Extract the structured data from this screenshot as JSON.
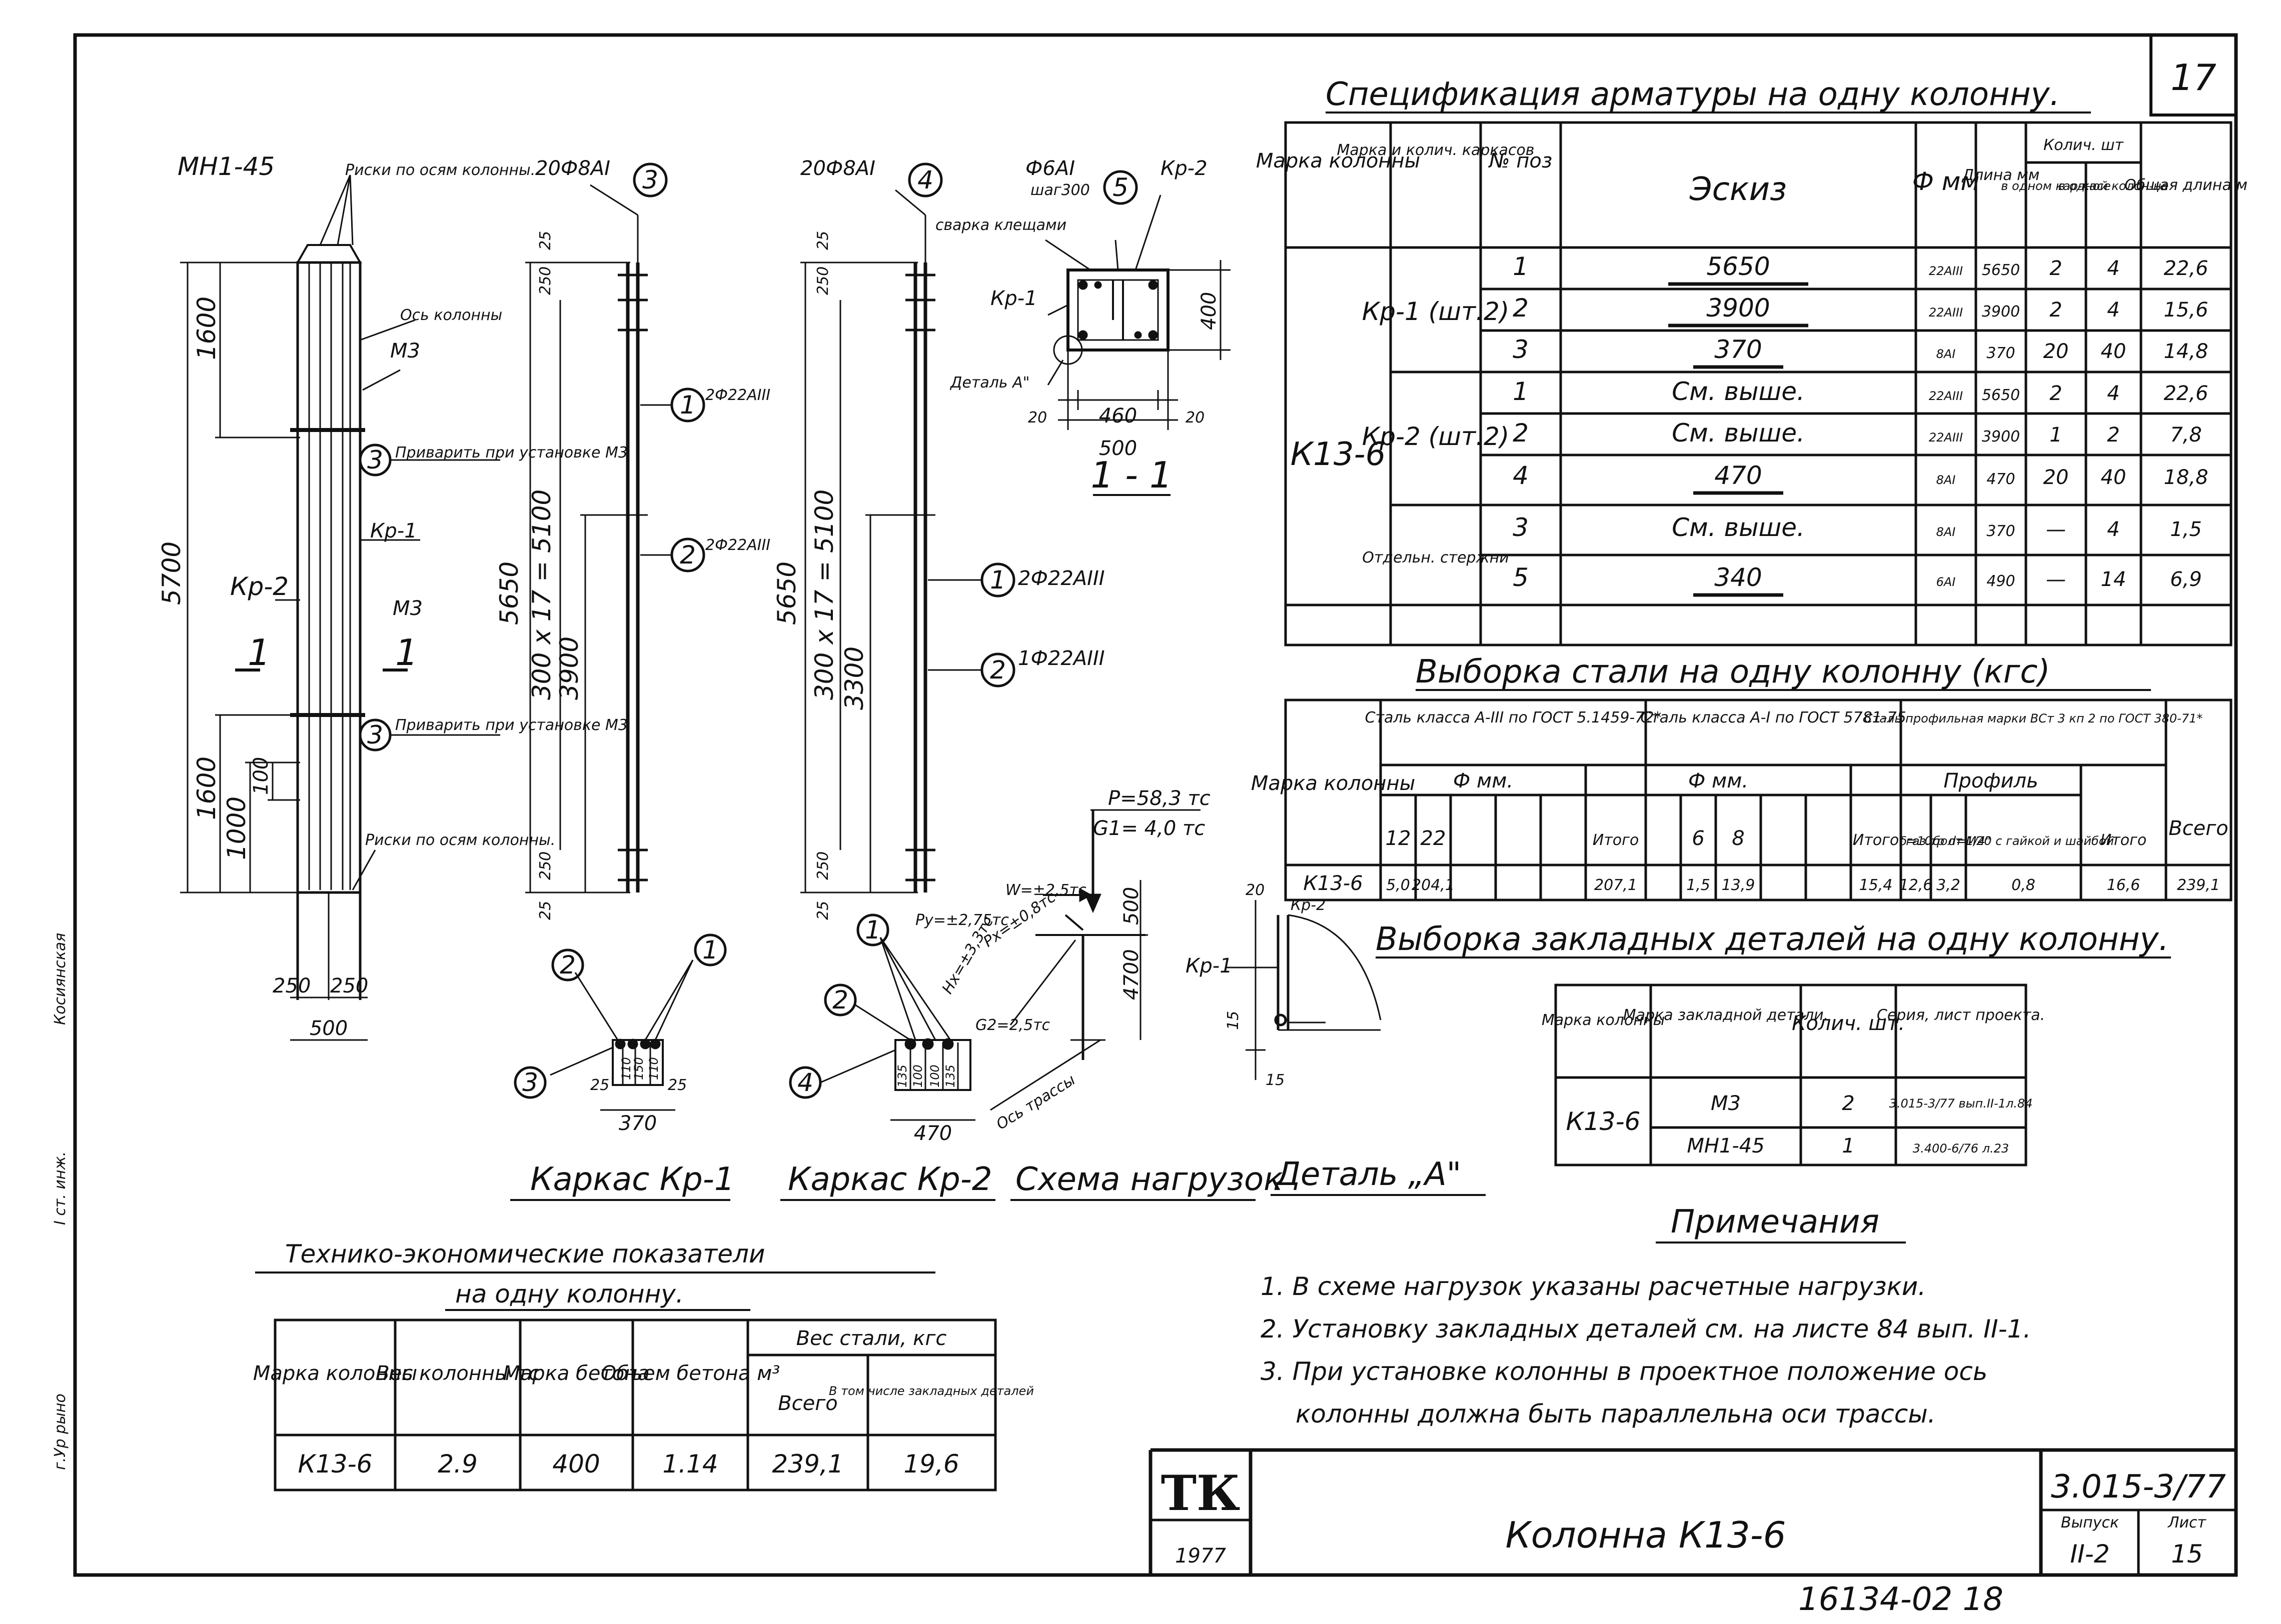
{
  "sheet": {
    "sheet_no": "17",
    "title": "Колонна К13-6",
    "series": "3.015-3/77",
    "issue_label": "Выпуск",
    "issue_value": "II-2",
    "list_label": "Лист",
    "list_value": "15",
    "year": "1977",
    "logo": "ТК",
    "bottom_code": "16134-02 18",
    "side_stamp_1": "г.Ур рыно",
    "side_stamp_2": "I ст. инж.",
    "side_stamp_3": "Косиянская"
  },
  "spec": {
    "title": "Спецификация арматуры на одну колонну.",
    "headers": {
      "mark": "Марка колонны",
      "frame": "Марка и колич. каркасов",
      "pos": "№ поз",
      "sketch": "Эскиз",
      "dia": "Ф мм",
      "len": "Длина мм",
      "qty": "Колич. шт",
      "qty_frame": "в одном кар-касе",
      "qty_col": "в одной колон-не",
      "total": "Общая длина м"
    },
    "column_mark": "К13-6",
    "groups": [
      {
        "label": "Кр-1 (шт.2)"
      },
      {
        "label": "Кр-2 (шт.2)"
      },
      {
        "label": "Отдельн. стержни"
      }
    ],
    "rows": [
      {
        "pos": "1",
        "sketch": "5650",
        "dia": "22АIII",
        "len": "5650",
        "q1": "2",
        "q2": "4",
        "total": "22,6"
      },
      {
        "pos": "2",
        "sketch": "3900",
        "dia": "22АIII",
        "len": "3900",
        "q1": "2",
        "q2": "4",
        "total": "15,6"
      },
      {
        "pos": "3",
        "sketch": "370",
        "dia": "8АI",
        "len": "370",
        "q1": "20",
        "q2": "40",
        "total": "14,8"
      },
      {
        "pos": "1",
        "sketch": "См. выше.",
        "dia": "22АIII",
        "len": "5650",
        "q1": "2",
        "q2": "4",
        "total": "22,6"
      },
      {
        "pos": "2",
        "sketch": "См. выше.",
        "dia": "22АIII",
        "len": "3900",
        "q1": "1",
        "q2": "2",
        "total": "7,8"
      },
      {
        "pos": "4",
        "sketch": "470",
        "dia": "8АI",
        "len": "470",
        "q1": "20",
        "q2": "40",
        "total": "18,8"
      },
      {
        "pos": "3",
        "sketch": "См. выше.",
        "dia": "8АI",
        "len": "370",
        "q1": "—",
        "q2": "4",
        "total": "1,5"
      },
      {
        "pos": "5",
        "sketch": "340",
        "dia": "6АI",
        "len": "490",
        "q1": "—",
        "q2": "14",
        "total": "6,9"
      }
    ]
  },
  "steel": {
    "title": "Выборка стали на одну колонну (кгс)",
    "mark_header": "Марка колонны",
    "class1": "Сталь класса А-III по ГОСТ 5.1459-72*",
    "class2": "Сталь класса А-I по ГОСТ 5781-75",
    "class3": "Сталь профильная марки ВСт 3 кп 2 по ГОСТ 380-71*",
    "dia_label": "Ф мм.",
    "profile_label": "Профиль",
    "sub1": [
      "12",
      "22"
    ],
    "sub2": [
      "6",
      "8"
    ],
    "sub3": [
      "δ=10",
      "газ.тр d=1/4\"",
      "болт М20 с гайкой и шайбой"
    ],
    "itogo": "Итого",
    "vsego": "Всего",
    "row": {
      "mark": "К13-6",
      "a12": "5,0",
      "a22": "204,1",
      "it1": "207,1",
      "b6": "1,5",
      "b8": "13,9",
      "it2": "15,4",
      "p1": "12,6",
      "p2": "3,2",
      "p3": "0,8",
      "it3": "16,6",
      "all": "239,1"
    }
  },
  "embedded": {
    "title": "Выборка закладных деталей на одну колонну.",
    "headers": [
      "Марка колонны",
      "Марка закладной детали.",
      "Колич. шт.",
      "Серия, лист проекта."
    ],
    "column_mark": "К13-6",
    "rows": [
      {
        "detail": "М3",
        "qty": "2",
        "series": "3.015-3/77 вып.II-1л.84"
      },
      {
        "detail": "МН1-45",
        "qty": "1",
        "series": "3.400-6/76 л.23"
      }
    ]
  },
  "notes": {
    "title": "Примечания",
    "items": [
      "1. В схеме нагрузок указаны расчетные нагрузки.",
      "2. Установку закладных деталей см. на листе 84 вып. II-1.",
      "3. При установке колонны в проектное положение ось",
      "колонны должна быть параллельна оси трассы."
    ]
  },
  "tech": {
    "title1": "Технико-экономические показатели",
    "title2": "на одну колонну.",
    "headers": {
      "mark": "Марка колонны",
      "weight": "Вес колонны тс",
      "concrete": "Марка бетона",
      "volume": "Объем бетона м³",
      "steel": "Вес стали, кгс",
      "steel_all": "Всего",
      "steel_emb": "В том числе закладных деталей"
    },
    "row": {
      "mark": "К13-6",
      "weight": "2.9",
      "concrete": "400",
      "volume": "1.14",
      "steel_all": "239,1",
      "steel_emb": "19,6"
    }
  },
  "drawings": {
    "col": {
      "mh": "МН1-45",
      "marks_top": "Риски по осям колонны.",
      "axis": "Ось колонны",
      "m3a": "М3",
      "weld1": "Приварить при установке М3",
      "kr1": "Кр-1",
      "kr2": "Кр-2",
      "m3b": "М3",
      "weld2": "Приварить при установке М3",
      "marks_bot": "Риски по осям колонны.",
      "d5700": "5700",
      "d1600a": "1600",
      "d1600b": "1600",
      "d1000": "1000",
      "d100": "100",
      "d250a": "250",
      "d250b": "250",
      "d500": "500",
      "sec1a": "1",
      "sec1b": "1",
      "c3a": "3",
      "c3b": "3"
    },
    "kr1": {
      "top": "20Ф8АI",
      "d5650": "5650",
      "d300": "300 x 17 = 5100",
      "d3900": "3900",
      "d250a": "250",
      "d25a": "25",
      "d250b": "250",
      "d25b": "25",
      "c1": "1",
      "c1t": "2Ф22АIII",
      "c2": "2",
      "c2t": "2Ф22АIII",
      "c3": "3"
    },
    "kr2": {
      "top": "20Ф8АI",
      "d5650": "5650",
      "d300": "300 x 17 = 5100",
      "d3300": "3300",
      "d250a": "250",
      "d25a": "25",
      "d250b": "250",
      "d25b": "25",
      "c1": "1",
      "c1t": "2Ф22АIII",
      "c2": "2",
      "c2t": "1Ф22АIII",
      "c4": "4"
    },
    "section": {
      "top1": "Ф6АI",
      "top2": "шаг300",
      "c5": "5",
      "kr2": "Кр-2",
      "weld": "сварка клещами",
      "kr1": "Кр-1",
      "detail": "Деталь А\"",
      "d20a": "20",
      "d460": "460",
      "d20b": "20",
      "d500": "500",
      "d400": "400",
      "label": "1 - 1"
    },
    "loads": {
      "p": "Р=58,3 тс",
      "g1": "G1= 4,0 тс",
      "w": "W=±2,5тс",
      "py": "Ру=±2,75тс",
      "px": "Рх=±0,8тс",
      "hx": "Нх=±3,3тс",
      "g2": "G2=2,5тс",
      "d500": "500",
      "d4700": "4700",
      "axis": "Ось трассы"
    },
    "detailA": {
      "kr2": "Кр-2",
      "kr1": "Кр-1",
      "d20": "20",
      "d15a": "15",
      "d15b": "15"
    },
    "sec_kr1": {
      "c1": "1",
      "c2": "2",
      "c3": "3",
      "d25a": "25",
      "d25b": "25",
      "d370": "370",
      "d110": "110",
      "d150": "150",
      "d110b": "110"
    },
    "sec_kr2": {
      "c1": "1",
      "c2": "2",
      "c4": "4",
      "d135a": "135",
      "d100a": "100",
      "d100b": "100",
      "d135b": "135",
      "d470": "470"
    },
    "captions": {
      "kr1": "Каркас Кр-1",
      "kr2": "Каркас Кр-2",
      "loads": "Схема нагрузок",
      "detail": "Деталь „А\""
    }
  }
}
